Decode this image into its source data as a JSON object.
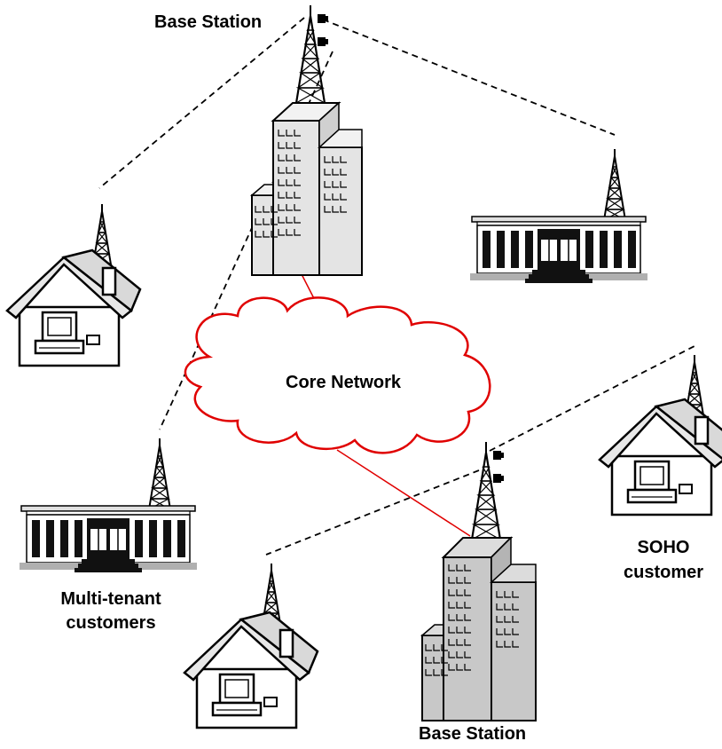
{
  "labels": {
    "base_station_top": "Base Station",
    "base_station_bottom": "Base Station",
    "core_network": "Core Network",
    "multi_tenant_line1": "Multi-tenant",
    "multi_tenant_line2": "customers",
    "soho_line1": "SOHO",
    "soho_line2": "customer"
  },
  "icons": {
    "tower": "antenna-tower-icon",
    "house": "house-with-computer-icon",
    "office": "multi-tenant-building-icon",
    "skyscraper": "base-station-building-icon",
    "cloud": "cloud-icon"
  },
  "colors": {
    "link": "#000000",
    "core_link": "#e00000",
    "cloud_outline": "#e00000",
    "building_light": "#e4e4e4",
    "building_dark": "#c8c8c8",
    "office_base": "#b0b0b0"
  }
}
